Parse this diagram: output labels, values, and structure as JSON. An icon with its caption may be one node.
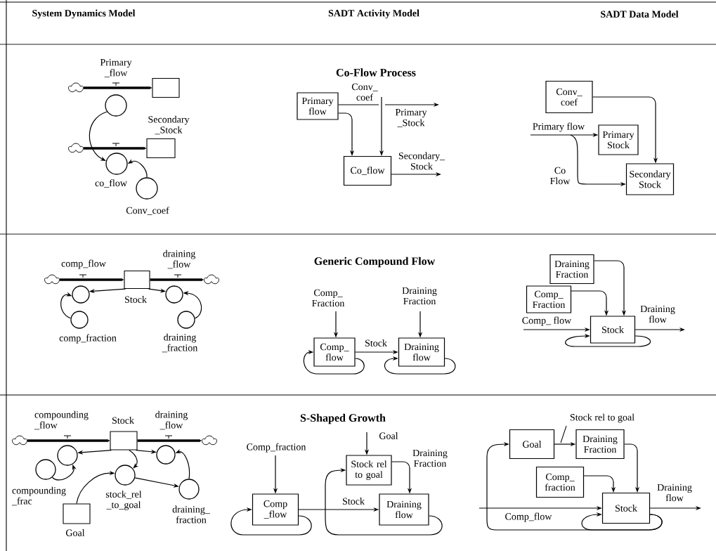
{
  "diagram": {
    "nodes": [
      {
        "text": [],
        "shape": "cloud"
      },
      {
        "text": [],
        "shape": "box"
      },
      {
        "text": [],
        "shape": "circle",
        "beside": [
          "Primary _flow"
        ]
      },
      {
        "text": [],
        "shape": "cloud"
      },
      {
        "text": [],
        "shape": "box",
        "beside": [
          "Secondary _Stock"
        ]
      },
      {
        "text": [],
        "shape": "circle",
        "beside": [
          "co_flow"
        ]
      },
      {
        "text": [],
        "shape": "circle",
        "beside": [
          "Conv_coef"
        ]
      },
      {
        "text": [
          "Primary flow"
        ]
      },
      {
        "text": [
          "Co_flow"
        ]
      },
      {
        "text": [
          "Conv_ coef"
        ]
      },
      {
        "text": [
          "Primary Stock"
        ]
      },
      {
        "text": [
          "Secondary Stock"
        ]
      },
      {
        "text": [],
        "shape": "cloud"
      },
      {
        "text": [],
        "shape": "box",
        "beside": [
          "Stock"
        ]
      },
      {
        "text": [],
        "shape": "cloud"
      },
      {
        "text": [],
        "shape": "circle"
      },
      {
        "text": [],
        "shape": "circle",
        "beside": [
          "draining _flow"
        ]
      },
      {
        "text": [],
        "shape": "circle",
        "beside": [
          "comp_fraction"
        ]
      },
      {
        "text": [],
        "shape": "circle",
        "beside": [
          "draining _fraction"
        ]
      },
      {
        "text": [
          "Comp_ flow"
        ]
      },
      {
        "text": [
          "Draining flow"
        ]
      },
      {
        "text": [
          "Draining Fraction"
        ]
      },
      {
        "text": [
          "Comp_ Fraction"
        ]
      },
      {
        "text": [
          "Stock"
        ]
      },
      {
        "text": [],
        "shape": "cloud"
      },
      {
        "text": [],
        "shape": "box",
        "beside": [
          "Stock"
        ]
      },
      {
        "text": [],
        "shape": "cloud"
      },
      {
        "text": [],
        "shape": "circle"
      },
      {
        "text": [],
        "shape": "circle",
        "beside": [
          "draining _flow"
        ]
      },
      {
        "text": [],
        "shape": "circle"
      },
      {
        "text": [],
        "shape": "circle",
        "beside": [
          "stock_rel _to_goal"
        ]
      },
      {
        "text": [],
        "shape": "circle",
        "beside": [
          "draining_ fraction"
        ]
      },
      {
        "text": [],
        "shape": "box",
        "beside": [
          "Goal"
        ]
      },
      {
        "text": [
          "Comp _flow"
        ]
      },
      {
        "text": [
          "Stock rel to goal"
        ]
      },
      {
        "text": [
          "Draining flow"
        ]
      },
      {
        "text": [
          "Goal"
        ]
      },
      {
        "text": [
          "Draining Fraction"
        ]
      },
      {
        "text": [
          "Comp_ fraction"
        ]
      },
      {
        "text": [
          "Stock"
        ]
      }
    ],
    "edges": [
      {
        "from": 0,
        "to": 1,
        "arrow": "to",
        "style": "thick"
      },
      {
        "from": 3,
        "to": 4,
        "arrow": "to",
        "style": "thick"
      },
      {
        "from": 2,
        "to": 5,
        "arrow": "to"
      },
      {
        "from": 6,
        "to": 5,
        "arrow": "to"
      },
      {
        "from": 7,
        "to": 8,
        "arrow": "to"
      },
      {
        "from": 7,
        "to": null,
        "arrow": "to",
        "label": "Primary _Stock"
      },
      {
        "from": null,
        "to": 8,
        "arrow": "to",
        "label": "Conv_ coef"
      },
      {
        "from": 8,
        "to": null,
        "arrow": "to",
        "label": "Secondary_ Stock"
      },
      {
        "from": 9,
        "to": 11,
        "arrow": "to"
      },
      {
        "from": null,
        "to": 10,
        "arrow": "to",
        "label": "Primary flow"
      },
      {
        "from": null,
        "to": 11,
        "arrow": "to",
        "label": "Co Flow"
      },
      {
        "from": 12,
        "to": 13,
        "arrow": "to",
        "style": "thick"
      },
      {
        "from": 13,
        "to": 14,
        "arrow": "to",
        "style": "thick"
      },
      {
        "from": 13,
        "to": 15,
        "arrow": "to"
      },
      {
        "from": 13,
        "to": 16,
        "arrow": "to"
      },
      {
        "from": 17,
        "to": 15,
        "arrow": "to"
      },
      {
        "from": 18,
        "to": 16,
        "arrow": "to"
      },
      {
        "from": null,
        "to": 19,
        "arrow": "to",
        "label": "Comp_ Fraction"
      },
      {
        "from": null,
        "to": 20,
        "arrow": "to",
        "label": "Draining Fraction"
      },
      {
        "from": 19,
        "to": 20,
        "arrow": "to",
        "label": "Stock"
      },
      {
        "from": 19,
        "to": 19,
        "arrow": "to"
      },
      {
        "from": 20,
        "to": 20,
        "arrow": "to"
      },
      {
        "from": 21,
        "to": 23,
        "arrow": "to"
      },
      {
        "from": 22,
        "to": 23,
        "arrow": "to"
      },
      {
        "from": null,
        "to": 23,
        "arrow": "to",
        "label": "Comp_ flow"
      },
      {
        "from": 23,
        "to": null,
        "arrow": "to",
        "label": "Draining flow"
      },
      {
        "from": 23,
        "to": 23,
        "arrow": "to"
      },
      {
        "from": 24,
        "to": 25,
        "arrow": "to",
        "style": "thick"
      },
      {
        "from": 25,
        "to": 26,
        "arrow": "to",
        "style": "thick"
      },
      {
        "from": 25,
        "to": 27,
        "arrow": "to"
      },
      {
        "from": 25,
        "to": 28,
        "arrow": "to"
      },
      {
        "from": 29,
        "to": 27,
        "arrow": "to"
      },
      {
        "from": 25,
        "to": 30,
        "arrow": "to"
      },
      {
        "from": 32,
        "to": 30,
        "arrow": "to"
      },
      {
        "from": 30,
        "to": 31,
        "arrow": "to"
      },
      {
        "from": 31,
        "to": 28,
        "arrow": "to"
      },
      {
        "from": null,
        "to": 33,
        "arrow": "to",
        "label": "Comp_fraction"
      },
      {
        "from": null,
        "to": 34,
        "arrow": "to",
        "label": "Goal"
      },
      {
        "from": 34,
        "to": 35,
        "arrow": "to",
        "label": "Draining Fraction"
      },
      {
        "from": 33,
        "to": 35,
        "arrow": "to",
        "label": "Stock"
      },
      {
        "from": 33,
        "to": 33,
        "arrow": "to"
      },
      {
        "from": 35,
        "to": 34,
        "arrow": "to"
      },
      {
        "from": 36,
        "to": 37,
        "arrow": "to",
        "label": "Stock rel to goal"
      },
      {
        "from": 37,
        "to": 39,
        "arrow": "to"
      },
      {
        "from": 38,
        "to": 39,
        "arrow": "to"
      },
      {
        "from": null,
        "to": 39,
        "arrow": "to",
        "label": "Comp_flow"
      },
      {
        "from": 39,
        "to": null,
        "arrow": "to",
        "label": "Draining flow"
      },
      {
        "from": 39,
        "to": 39,
        "arrow": "to"
      },
      {
        "from": 39,
        "to": 36,
        "arrow": "to"
      }
    ],
    "labels": [
      "System Dynamics Model",
      "SADT Activity Model",
      "SADT Data Model",
      "Co-Flow Process",
      "comp_flow",
      "Generic Compound Flow",
      "compounding _flow",
      "S-Shaped Growth",
      "compounding _frac"
    ]
  }
}
